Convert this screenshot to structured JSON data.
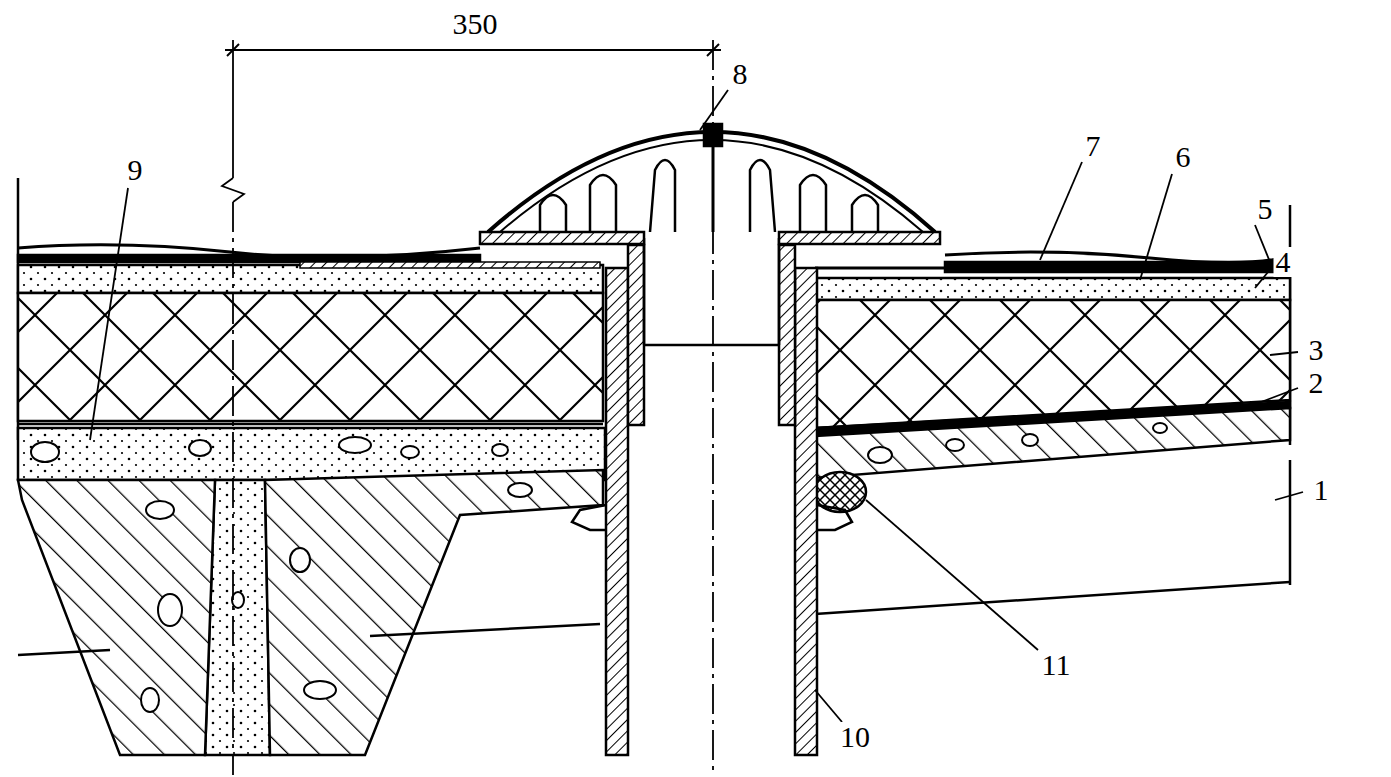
{
  "diagram": {
    "labels": [
      "350",
      "8",
      "7",
      "6",
      "5",
      "4",
      "3",
      "2",
      "1",
      "9",
      "11",
      "10"
    ]
  }
}
